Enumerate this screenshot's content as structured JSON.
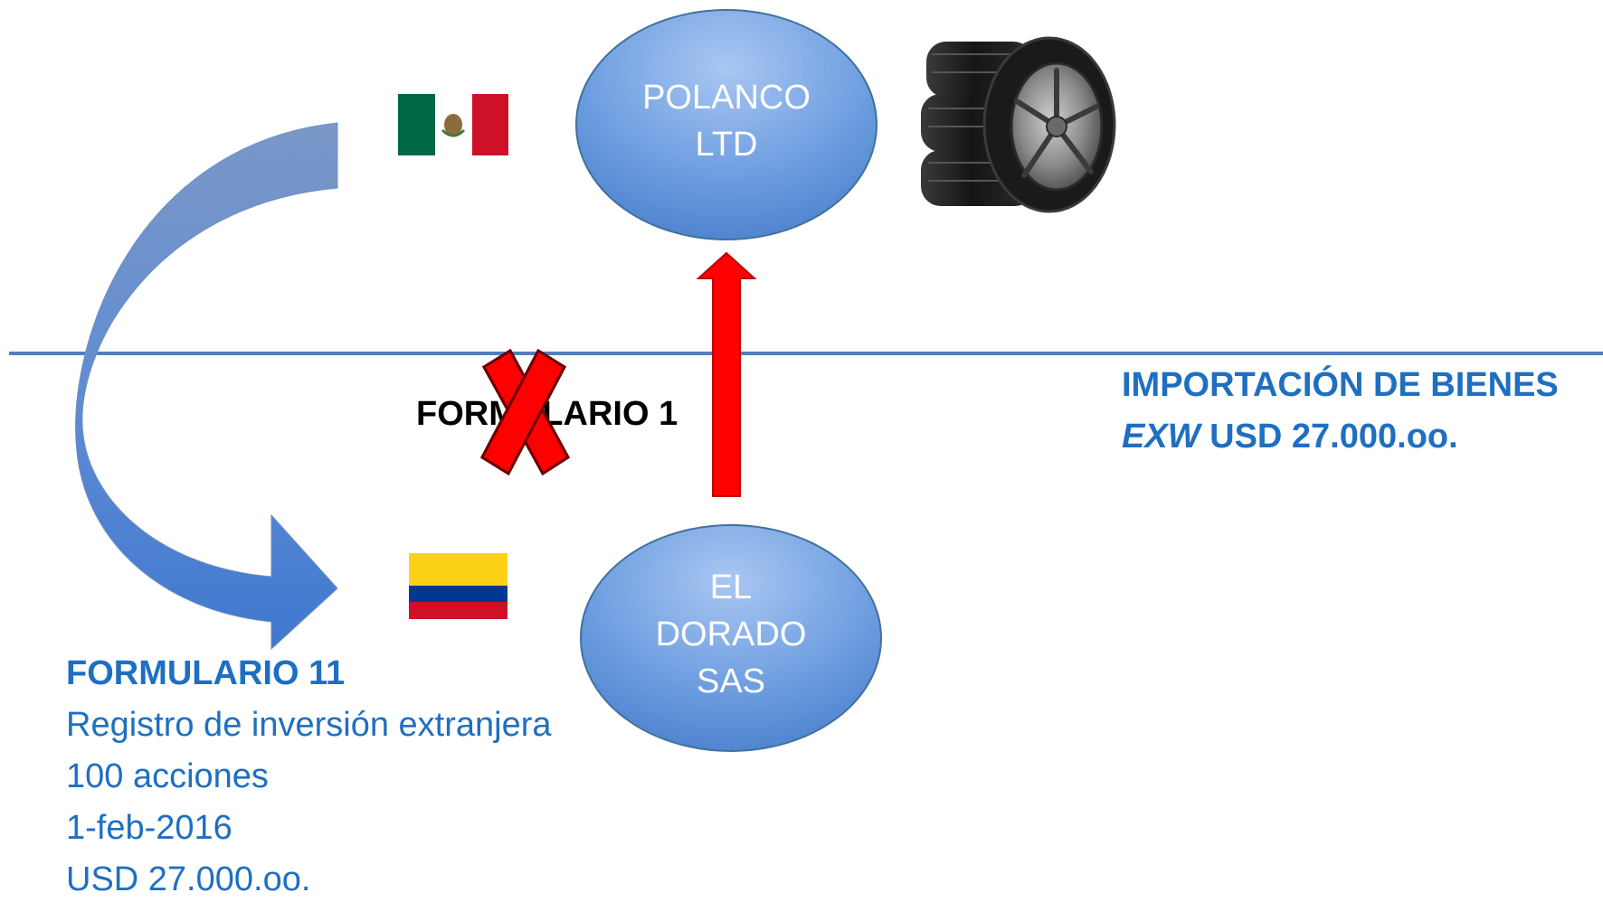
{
  "nodes": {
    "polanco": {
      "line1": "POLANCO",
      "line2": "LTD"
    },
    "el_dorado": {
      "line1": "EL",
      "line2": "DORADO",
      "line3": "SAS"
    }
  },
  "labels": {
    "formulario_1": "FORMULARIO 1",
    "importacion_title": "IMPORTACIÓN DE BIENES",
    "importacion_term": "EXW",
    "importacion_amount": "USD 27.000.oo.",
    "formulario_11_title": "FORMULARIO 11",
    "formulario_11_lines": [
      "Registro de inversión extranjera",
      "100 acciones",
      "1-feb-2016",
      "USD 27.000.oo."
    ]
  },
  "icons": {
    "mexico_flag": "mexico-flag-icon",
    "colombia_flag": "colombia-flag-icon",
    "tires": "tires-icon",
    "cross": "red-x-icon"
  },
  "colors": {
    "node_fill": "#5b8fd6",
    "divider": "#4f81bd",
    "text_blue": "#1f6fc1",
    "arrow_red": "#ff0000"
  }
}
